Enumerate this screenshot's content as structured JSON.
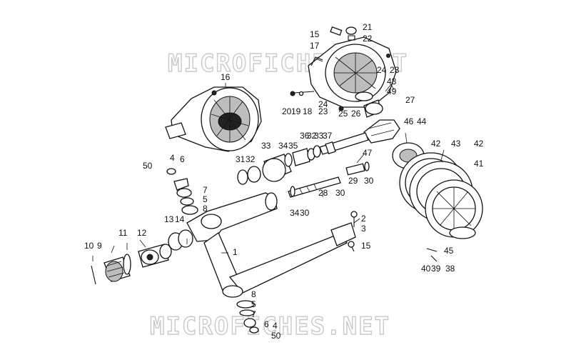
{
  "watermarks": [
    "MICROFICHES.NET",
    "MICROFICHES.NET"
  ],
  "callouts": [
    "1",
    "2",
    "3",
    "4",
    "5",
    "6",
    "7",
    "8",
    "9",
    "10",
    "11",
    "12",
    "13",
    "14",
    "15",
    "16",
    "17",
    "18",
    "19",
    "20",
    "21",
    "22",
    "23",
    "24",
    "25",
    "26",
    "27",
    "28",
    "29",
    "30",
    "31",
    "32",
    "33",
    "34",
    "35",
    "36",
    "37",
    "38",
    "39",
    "40",
    "41",
    "42",
    "43",
    "44",
    "45",
    "46",
    "47",
    "48",
    "49",
    "50"
  ]
}
